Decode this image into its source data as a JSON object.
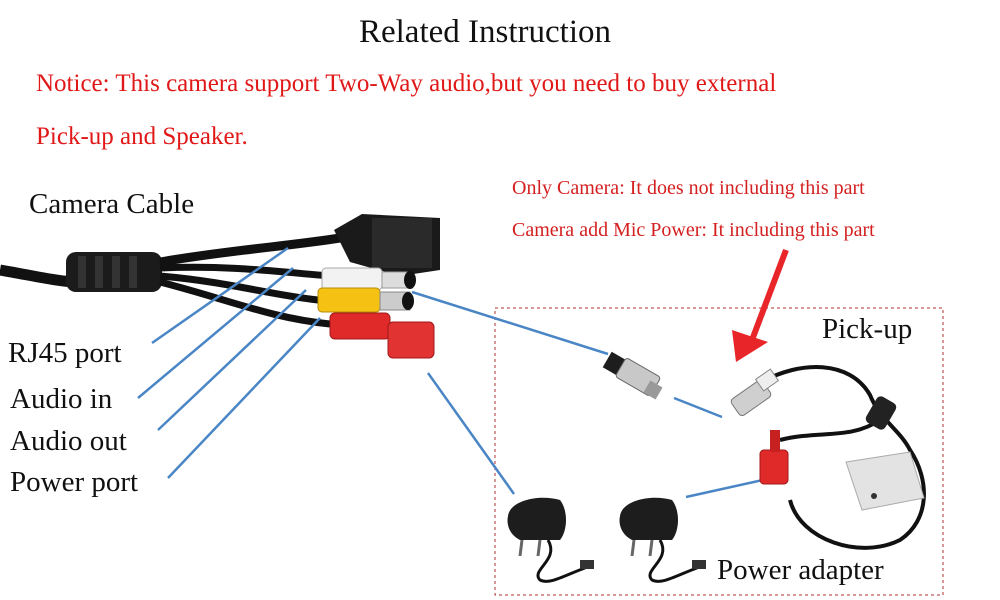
{
  "title": "Related Instruction",
  "notice": {
    "line1": "Notice: This camera support Two-Way audio,but you need to buy external",
    "line2": "Pick-up and Speaker."
  },
  "notes": {
    "only_camera": "Only Camera: It does not including this part",
    "camera_mic": "Camera add Mic Power: It including this part"
  },
  "labels": {
    "camera_cable": "Camera Cable",
    "rj45_port": "RJ45 port",
    "audio_in": "Audio in",
    "audio_out": "Audio out",
    "power_port": "Power port",
    "pickup": "Pick-up",
    "power_adapter": "Power adapter"
  },
  "colors": {
    "notice_red": "#e01818",
    "leader_blue": "#4a86c5",
    "arrow_red": "#e8262a",
    "box_dash": "#b03030"
  }
}
